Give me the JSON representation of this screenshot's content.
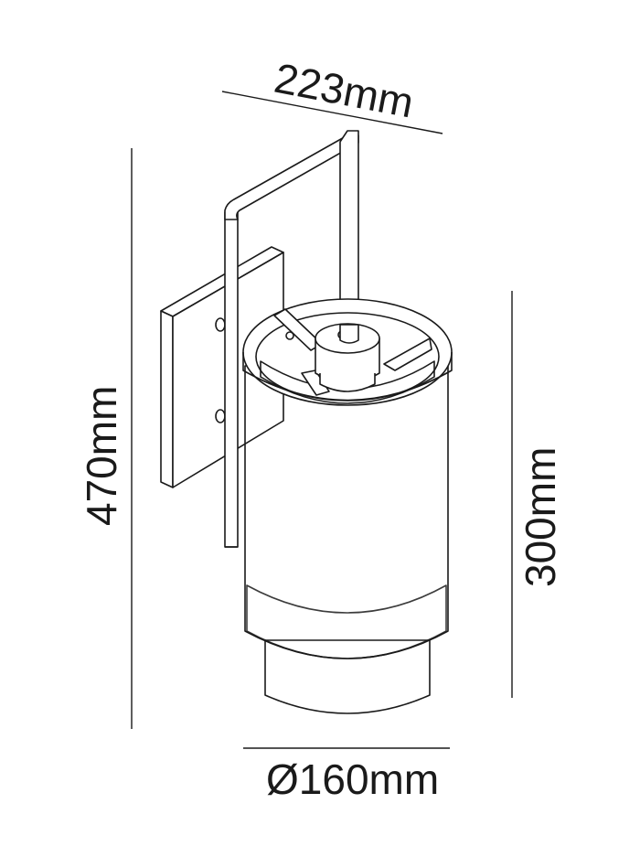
{
  "figure": {
    "subject": "wall-lamp-dimension-drawing"
  },
  "dimensions": {
    "width_label": "223mm",
    "height_total_label": "470mm",
    "shade_height_label": "300mm",
    "diameter_label": "Ø160mm"
  },
  "colors": {
    "line": "#1a1a1a",
    "background": "#ffffff"
  }
}
